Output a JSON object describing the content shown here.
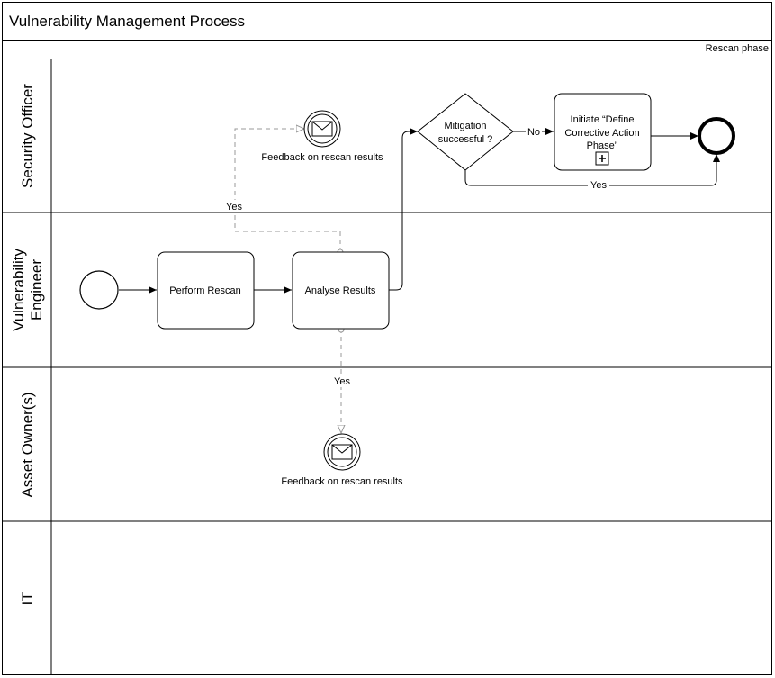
{
  "diagram": {
    "title": "Vulnerability Management Process",
    "phase": "Rescan phase",
    "lanes": [
      "Security Officer",
      "Vulnerability",
      "Engineer",
      "Asset Owner(s)",
      "IT"
    ],
    "tasks": {
      "perform_rescan": "Perform Rescan",
      "analyse_results": "Analyse Results",
      "initiate_line1": "Initiate “Define",
      "initiate_line2": "Corrective Action",
      "initiate_line3": "Phase”"
    },
    "gateway": {
      "line1": "Mitigation",
      "line2": "successful ?"
    },
    "events": {
      "feedback_security": "Feedback on rescan results",
      "feedback_owner": "Feedback on rescan results"
    },
    "flow_labels": {
      "yes_top": "Yes",
      "yes_bottom": "Yes",
      "no": "No",
      "yes_gateway": "Yes"
    }
  }
}
